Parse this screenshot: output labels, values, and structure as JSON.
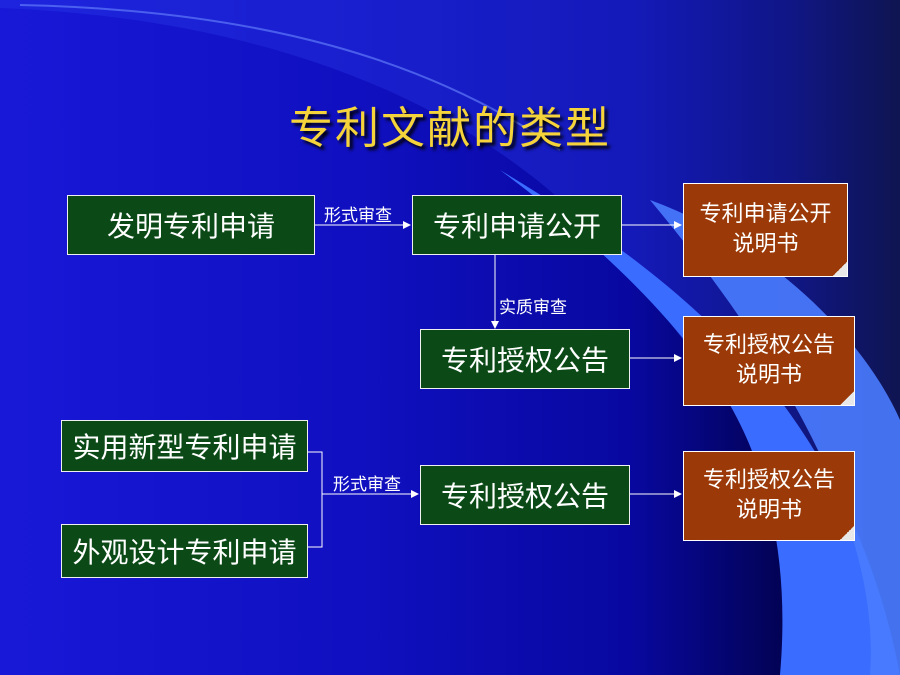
{
  "title": "专利文献的类型",
  "boxes": {
    "invention_apply": "发明专利申请",
    "apply_publish": "专利申请公开",
    "grant_announce_1": "专利授权公告",
    "utility_apply": "实用新型专利申请",
    "design_apply": "外观设计专利申请",
    "grant_announce_2": "专利授权公告"
  },
  "docs": {
    "doc1": [
      "专利申请公开",
      "说明书"
    ],
    "doc2": [
      "专利授权公告",
      "说明书"
    ],
    "doc3": [
      "专利授权公告",
      "说明书"
    ]
  },
  "labels": {
    "formal_review_1": "形式审查",
    "substantive_review": "实质审查",
    "formal_review_2": "形式审查"
  },
  "colors": {
    "background": "#1010c0",
    "title": "#f5d33a",
    "process_box": "#0b4a17",
    "document_box": "#9b3a08",
    "accent_curve": "#3a6cff"
  }
}
